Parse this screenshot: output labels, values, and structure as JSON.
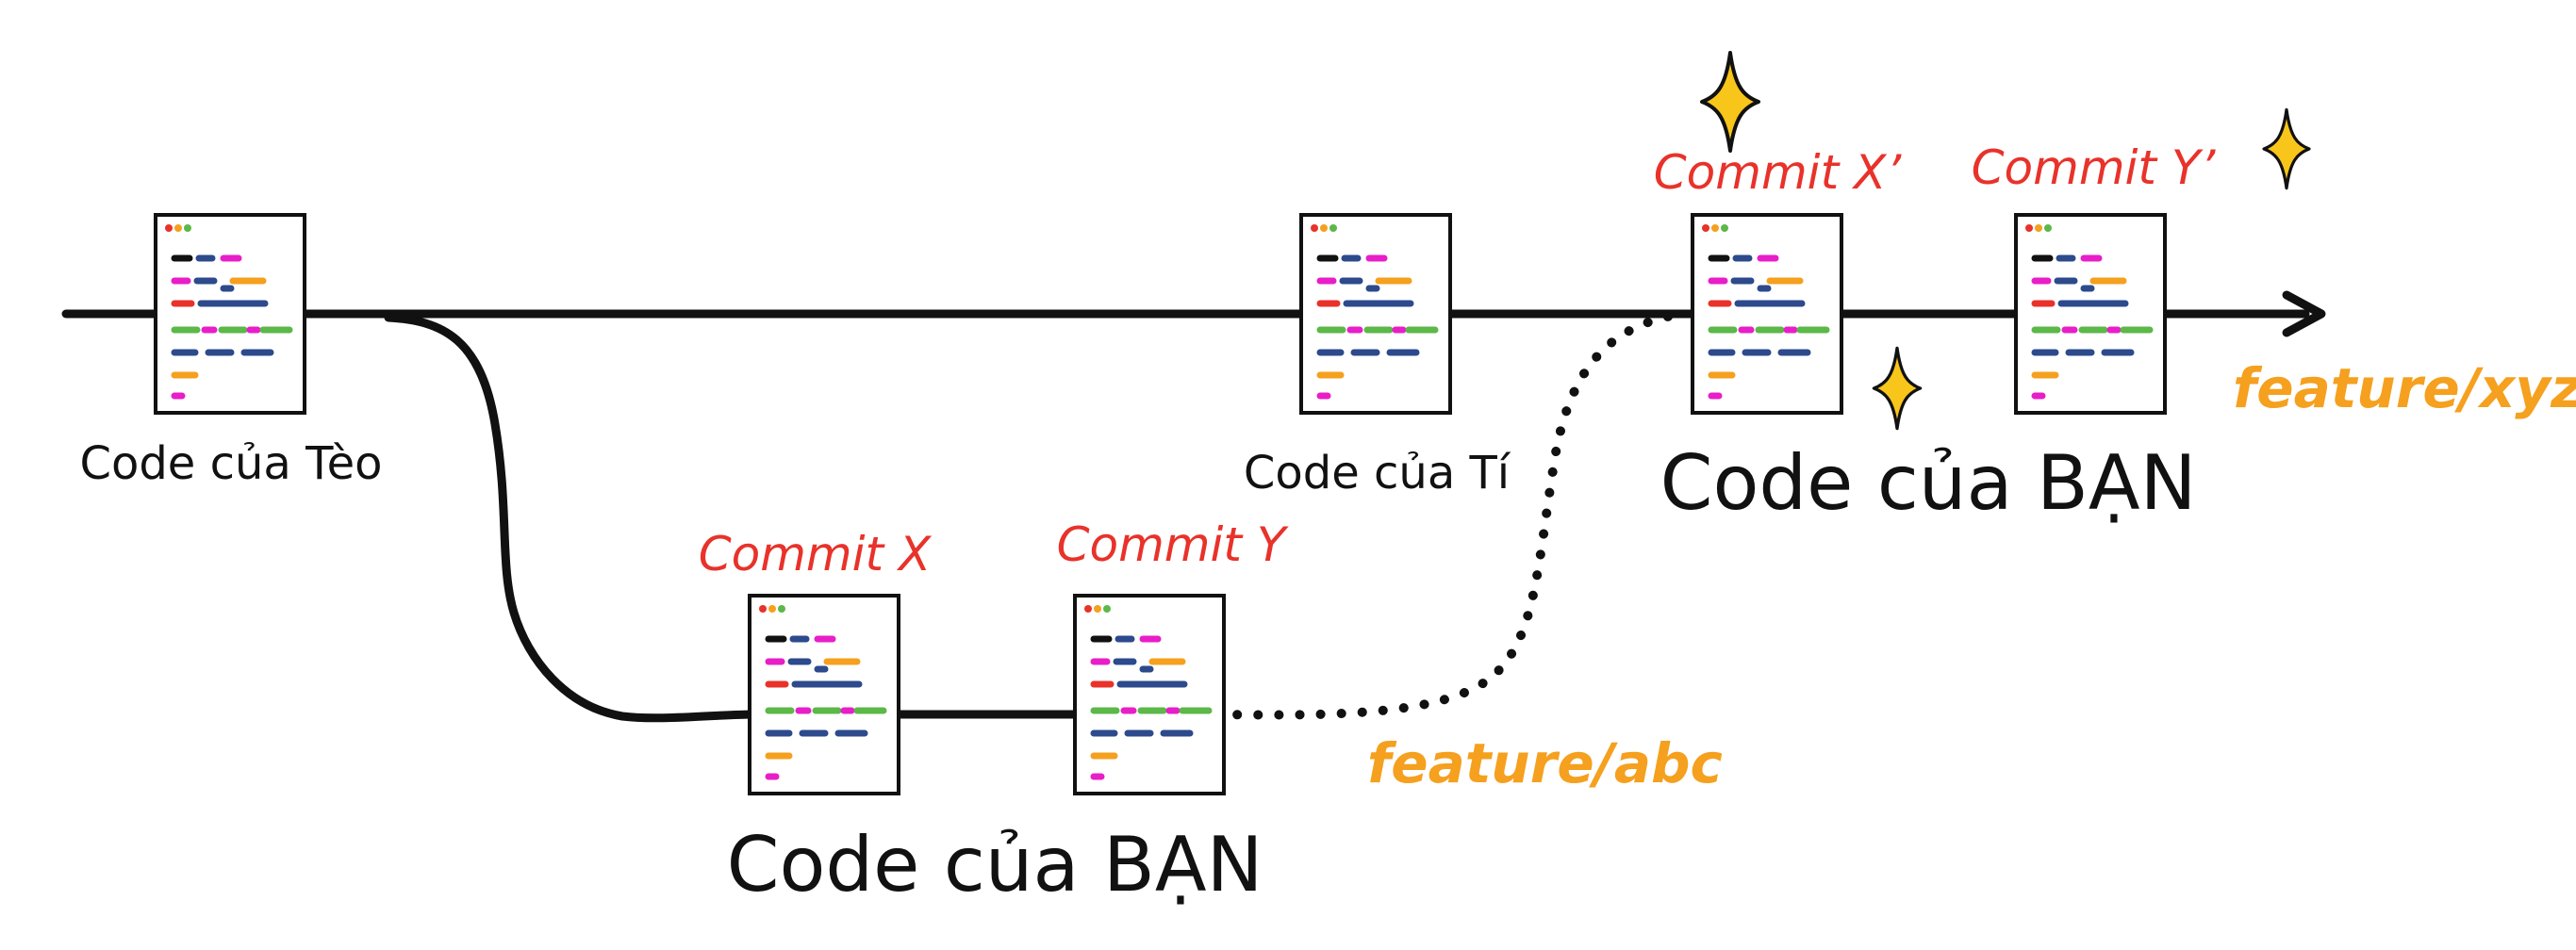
{
  "colors": {
    "line": "#111111",
    "commit_label": "#e8322a",
    "branch_label": "#f5a01e",
    "sparkle_fill": "#f8c51a",
    "code_black": "#111111",
    "code_pink": "#e81ec8",
    "code_blue": "#2c4a8c",
    "code_orange": "#f5a01e",
    "code_red": "#e8322a",
    "code_green": "#5cb848"
  },
  "nodes": {
    "teo": {
      "caption": "Code của Tèo"
    },
    "ti": {
      "caption": "Code của Tí"
    },
    "commit_x": {
      "label": "Commit X"
    },
    "commit_y": {
      "label": "Commit Y"
    },
    "commit_x_prime": {
      "label": "Commit X’"
    },
    "commit_y_prime": {
      "label": "Commit Y’"
    }
  },
  "groups": {
    "ban_bottom": {
      "caption": "Code của BẠN"
    },
    "ban_top": {
      "caption": "Code của BẠN"
    }
  },
  "branches": {
    "abc": {
      "label": "feature/abc"
    },
    "xyz": {
      "label": "feature/xyz"
    }
  },
  "icons": {
    "code_file": "code-file-icon",
    "sparkle": "sparkle-icon",
    "arrow": "arrow-head-icon"
  }
}
